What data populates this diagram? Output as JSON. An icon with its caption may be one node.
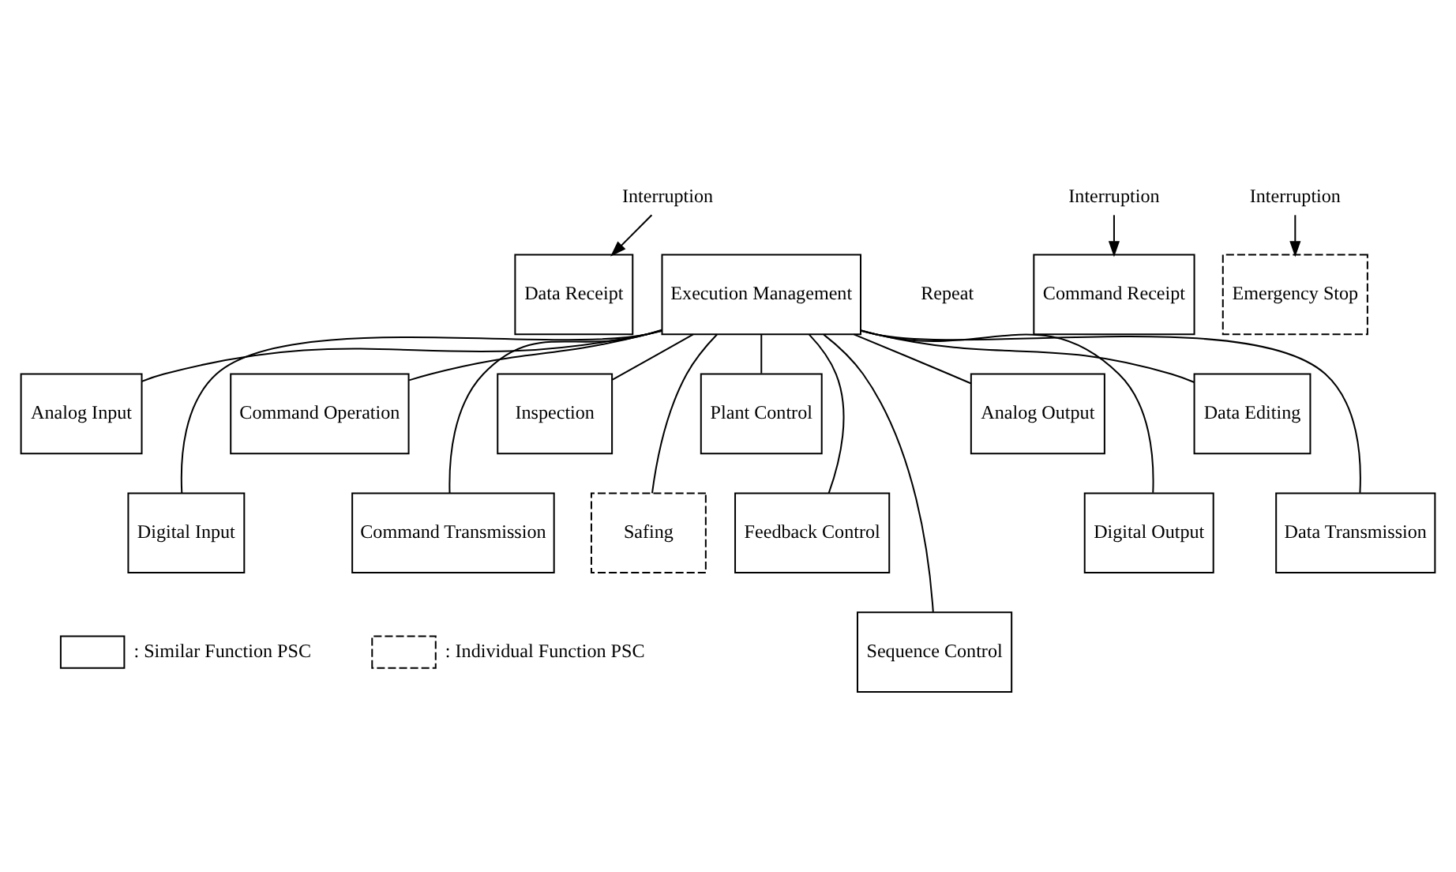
{
  "diagram": {
    "nodes": [
      {
        "text": [
          "Interruption"
        ]
      },
      {
        "text": [
          "Interruption"
        ]
      },
      {
        "text": [
          "Interruption"
        ]
      },
      {
        "text": [
          "Data Receipt"
        ]
      },
      {
        "text": [
          "Command Receipt"
        ]
      },
      {
        "text": [
          "Emergency Stop"
        ]
      },
      {
        "text": [
          "Execution Management"
        ]
      },
      {
        "text": [
          "Analog Input"
        ]
      },
      {
        "text": [
          "Digital Input"
        ]
      },
      {
        "text": [
          "Command Operation"
        ]
      },
      {
        "text": [
          "Command Transmission"
        ]
      },
      {
        "text": [
          "Inspection"
        ]
      },
      {
        "text": [
          "Safing"
        ]
      },
      {
        "text": [
          "Plant Control"
        ]
      },
      {
        "text": [
          "Feedback Control"
        ]
      },
      {
        "text": [
          "Sequence Control"
        ]
      },
      {
        "text": [
          "Analog Output"
        ]
      },
      {
        "text": [
          "Digital Output"
        ]
      },
      {
        "text": [
          "Data Editing"
        ]
      },
      {
        "text": [
          "Data Transmission"
        ]
      }
    ],
    "edges": [
      {
        "from": 0,
        "to": 3,
        "arrow": "to"
      },
      {
        "from": 1,
        "to": 4,
        "arrow": "to"
      },
      {
        "from": 2,
        "to": 5,
        "arrow": "to"
      },
      {
        "from": 6,
        "to": 7,
        "arrow": "none"
      },
      {
        "from": 6,
        "to": 8,
        "arrow": "none"
      },
      {
        "from": 6,
        "to": 9,
        "arrow": "none"
      },
      {
        "from": 6,
        "to": 10,
        "arrow": "none"
      },
      {
        "from": 6,
        "to": 11,
        "arrow": "none"
      },
      {
        "from": 6,
        "to": 12,
        "arrow": "none"
      },
      {
        "from": 6,
        "to": 13,
        "arrow": "none"
      },
      {
        "from": 6,
        "to": 14,
        "arrow": "none"
      },
      {
        "from": 6,
        "to": 15,
        "arrow": "none"
      },
      {
        "from": 6,
        "to": 16,
        "arrow": "none"
      },
      {
        "from": 6,
        "to": 17,
        "arrow": "none"
      },
      {
        "from": 6,
        "to": 18,
        "arrow": "none"
      },
      {
        "from": 6,
        "to": 19,
        "arrow": "none"
      }
    ],
    "labels": [
      "Repeat"
    ],
    "legend": [
      {
        "text": ": Similar Function PSC"
      },
      {
        "text": ": Individual Function PSC"
      }
    ]
  }
}
